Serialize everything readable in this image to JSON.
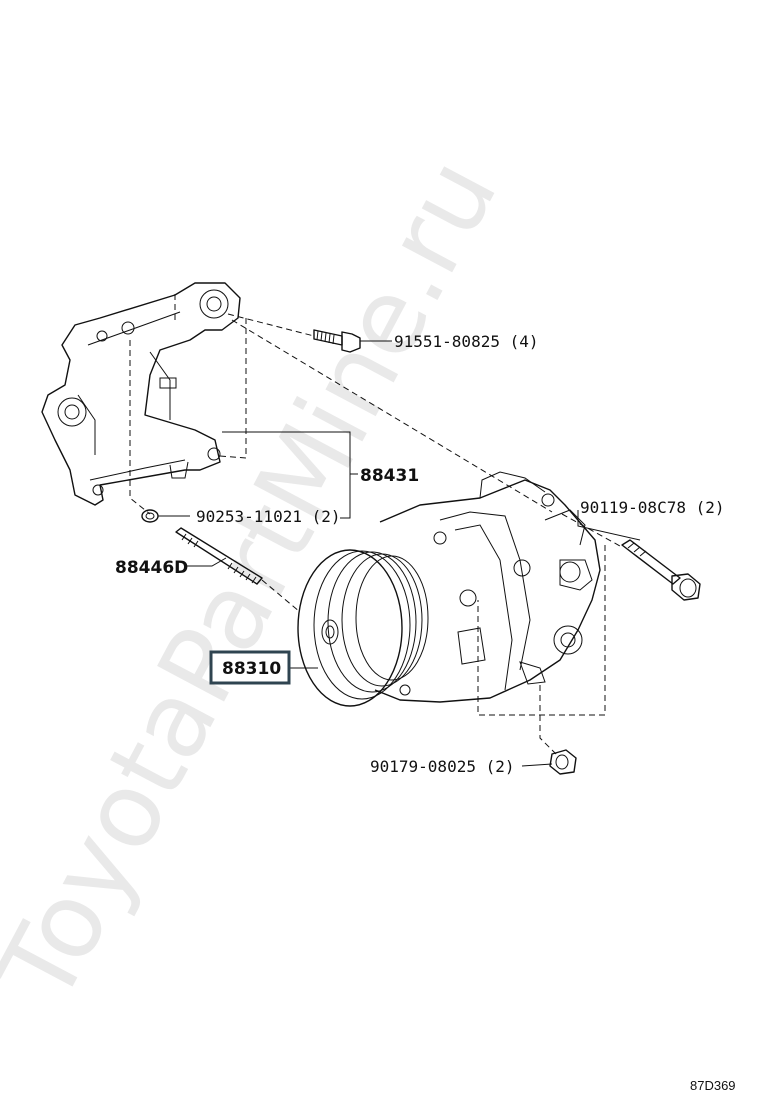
{
  "watermark": "ToyotaPartMine.ru",
  "diagram_code": "87D369",
  "callouts": {
    "bolt_top": "91551-80825 (4)",
    "bracket": "88431",
    "nut_small": "90253-11021 (2)",
    "stud": "88446D",
    "compressor": "88310",
    "bolt_right": "90119-08C78 (2)",
    "nut_bottom": "90179-08025 (2)"
  },
  "colors": {
    "line": "#111111",
    "highlight_box": "#2f4450",
    "watermark": "#e9e9e9"
  }
}
